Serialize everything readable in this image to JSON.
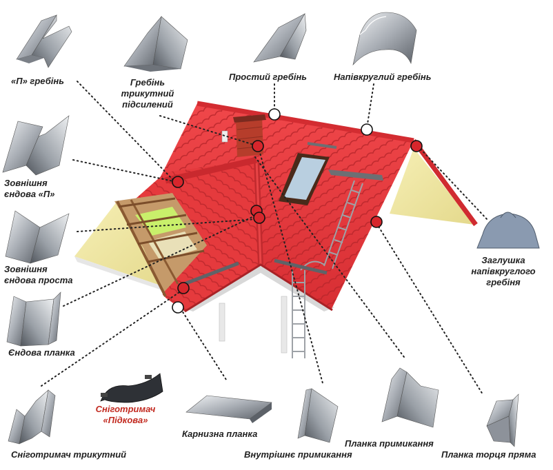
{
  "labels": {
    "p_ridge": "«П» гребінь",
    "triangle_ridge_1": "Гребінь",
    "triangle_ridge_2": "трикутний",
    "triangle_ridge_3": "підсилений",
    "simple_ridge": "Простий гребінь",
    "semicircle_ridge": "Напівкруглий гребінь",
    "outer_valley_p_1": "Зовнішня",
    "outer_valley_p_2": "єндова  «П»",
    "outer_valley_simple_1": "Зовнішня",
    "outer_valley_simple_2": "єндова проста",
    "valley_plank": "Єндова планка",
    "end_cap_1": "Заглушка",
    "end_cap_2": "напівкруглого",
    "end_cap_3": "гребіня",
    "snow_guard_horseshoe_1": "Сніготримач",
    "snow_guard_horseshoe_2": "«Підкова»",
    "eaves_plank": "Карнизна планка",
    "snow_guard_triangle": "Сніготримач трикутний",
    "inner_abutment": "Внутрішнє примикання",
    "abutment_plank": "Планка примикання",
    "gable_plank_straight": "Планка торця пряма"
  },
  "colors": {
    "roof_red": "#e5383b",
    "roof_dark": "#b8262b",
    "wall_yellow": "#efe7a3",
    "metal_light": "#d9dde2",
    "metal_dark": "#6e737a",
    "accent_red": "#c22a20",
    "leader": "#222222"
  },
  "icons": [
    "p-ridge-icon",
    "triangle-ridge-icon",
    "simple-ridge-icon",
    "semicircle-ridge-icon",
    "outer-valley-p-icon",
    "outer-valley-simple-icon",
    "valley-plank-icon",
    "end-cap-icon",
    "snow-guard-horseshoe-icon",
    "eaves-plank-icon",
    "snow-guard-triangle-icon",
    "inner-abutment-icon",
    "abutment-plank-icon",
    "gable-plank-icon"
  ]
}
